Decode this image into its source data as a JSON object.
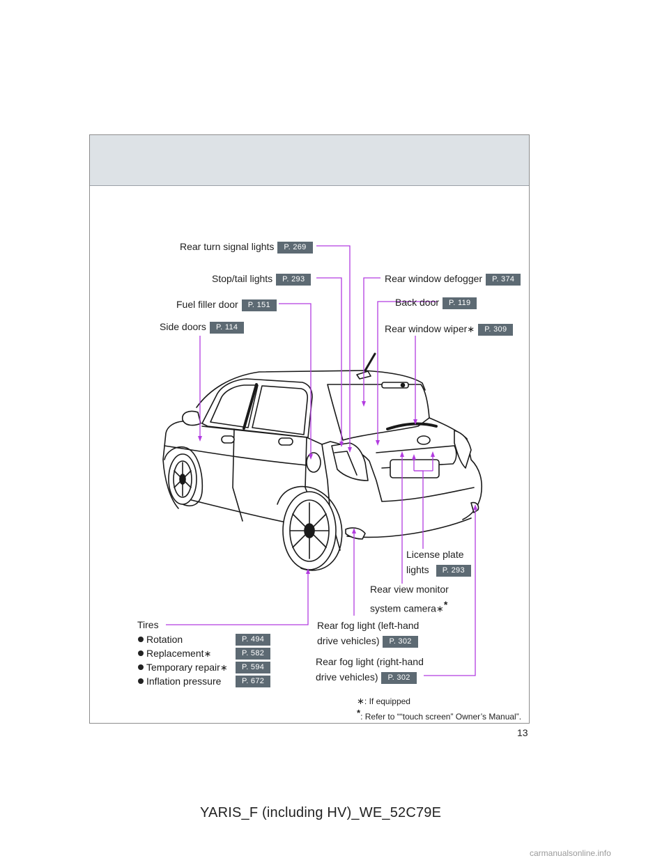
{
  "labels": {
    "rear_turn": {
      "text": "Rear turn signal lights",
      "ref": "P. 269"
    },
    "stop_tail": {
      "text": "Stop/tail lights",
      "ref": "P. 293"
    },
    "fuel_filler": {
      "text": "Fuel filler door",
      "ref": "P. 151"
    },
    "side_doors": {
      "text": "Side doors",
      "ref": "P. 114"
    },
    "defogger": {
      "text": "Rear window defogger",
      "ref": "P. 374"
    },
    "back_door": {
      "text": "Back door",
      "ref": "P. 119"
    },
    "wiper": {
      "text": "Rear window wiper",
      "ref": "P. 309"
    },
    "license_plate": {
      "line1": "License plate",
      "line2": "lights",
      "ref": "P. 293"
    },
    "camera": {
      "line1": "Rear view monitor",
      "line2": "system camera"
    },
    "fog_left": {
      "line1": "Rear fog light (left-hand",
      "line2": "drive vehicles)",
      "ref": "P. 302"
    },
    "fog_right": {
      "line1": "Rear fog light (right-hand",
      "line2": "drive vehicles)",
      "ref": "P. 302"
    }
  },
  "tires": {
    "title": "Tires",
    "items": [
      {
        "text": "Rotation",
        "ref": "P. 494"
      },
      {
        "text": "Replacement",
        "ref": "P. 582"
      },
      {
        "text": "Temporary repair",
        "ref": "P. 594"
      },
      {
        "text": "Inflation pressure",
        "ref": "P. 672"
      }
    ]
  },
  "notes": {
    "if_equipped": ": If equipped",
    "touch_screen": ": Refer to ““touch screen” Owner’s Manual”."
  },
  "symbols": {
    "asterisk": "∗",
    "star": "*"
  },
  "page_number": "13",
  "footer_code": "YARIS_F (including HV)_WE_52C79E",
  "watermark": "carmanualsonline.info",
  "colors": {
    "leader": "#b23ce0",
    "ref_badge": "#5d6a73",
    "header": "#dde2e6"
  }
}
